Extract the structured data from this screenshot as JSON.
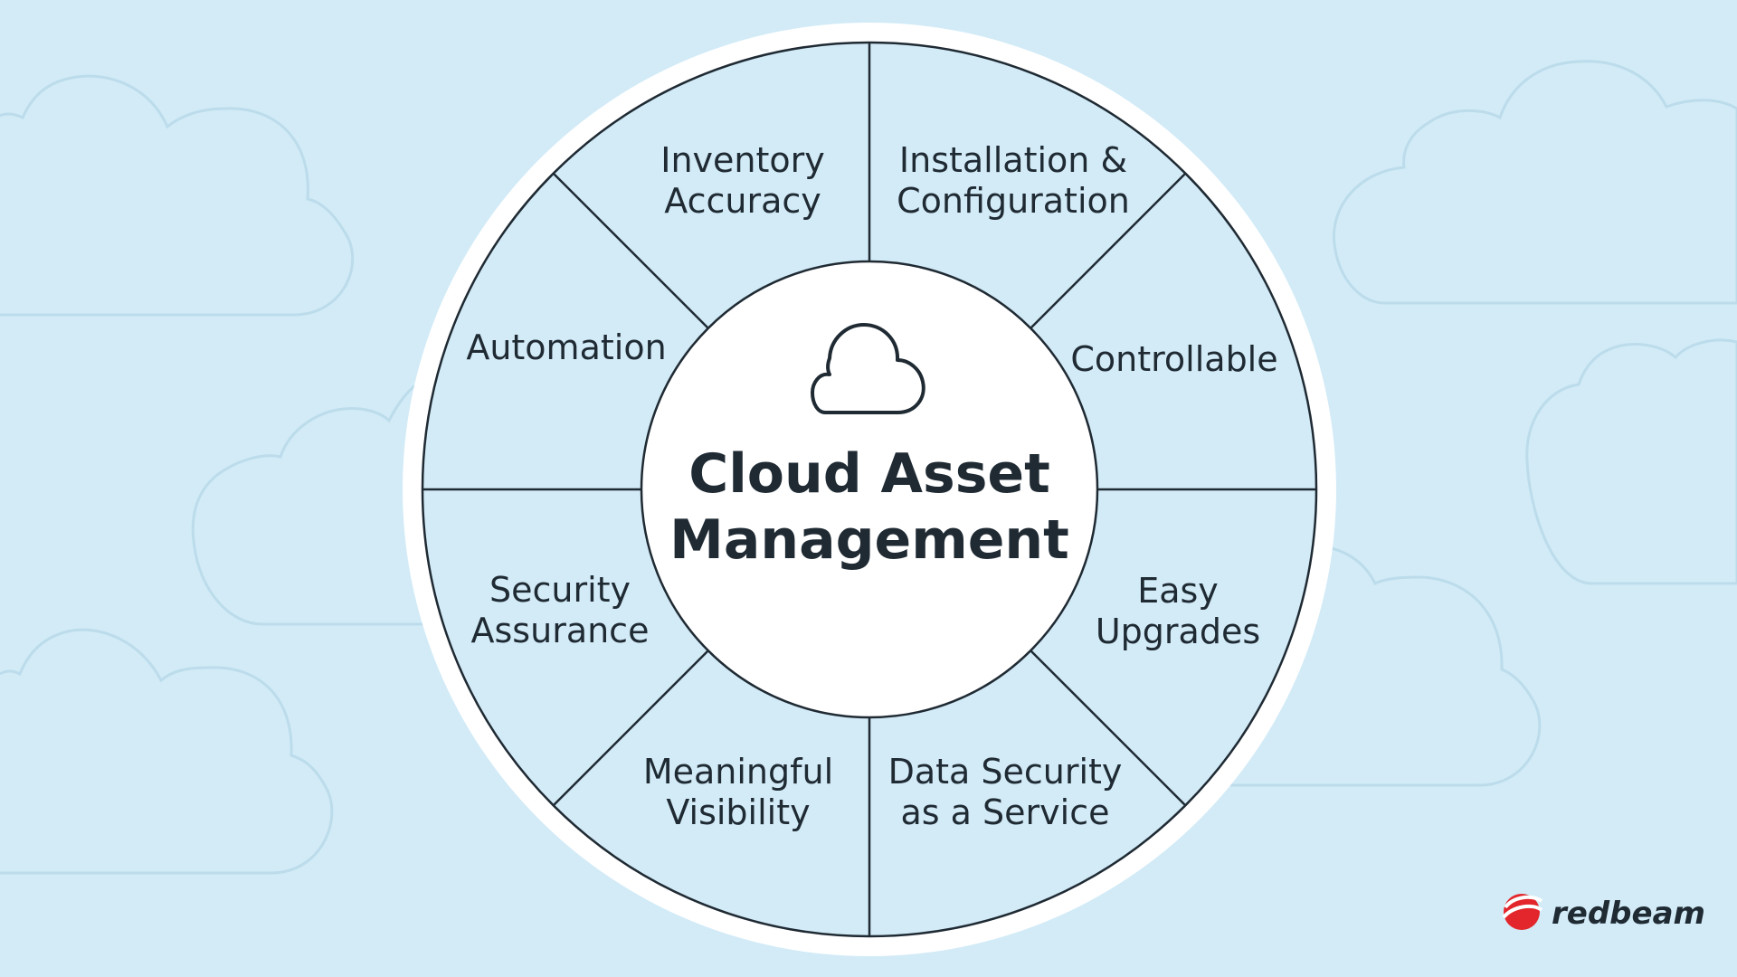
{
  "diagram": {
    "center": {
      "line1": "Cloud Asset",
      "line2": "Management",
      "icon": "cloud-icon"
    },
    "segments": [
      {
        "id": "inventory-accuracy",
        "lines": [
          "Inventory",
          "Accuracy"
        ]
      },
      {
        "id": "installation-configuration",
        "lines": [
          "Installation &",
          "Configuration"
        ]
      },
      {
        "id": "controllable",
        "lines": [
          "Controllable"
        ]
      },
      {
        "id": "easy-upgrades",
        "lines": [
          "Easy",
          "Upgrades"
        ]
      },
      {
        "id": "data-security-service",
        "lines": [
          "Data Security",
          "as a Service"
        ]
      },
      {
        "id": "meaningful-visibility",
        "lines": [
          "Meaningful",
          "Visibility"
        ]
      },
      {
        "id": "security-assurance",
        "lines": [
          "Security",
          "Assurance"
        ]
      },
      {
        "id": "automation",
        "lines": [
          "Automation"
        ]
      }
    ]
  },
  "logo": {
    "text": "redbeam",
    "icon": "redbeam-logo-icon"
  },
  "colors": {
    "background": "#d2ebf7",
    "ring_fill": "#d2ebf7",
    "outer_border": "#ffffff",
    "line": "#1f2a33",
    "center_fill": "#ffffff",
    "cloud_outline": "#bcdceb",
    "logo_red": "#e2262b"
  }
}
